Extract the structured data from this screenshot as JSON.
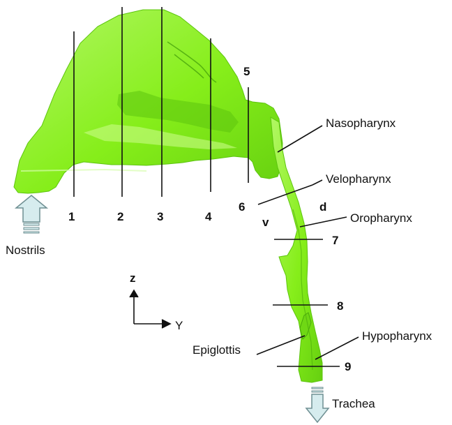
{
  "colors": {
    "airway": "#86ee1a",
    "airway_dark": "#5cc40e",
    "airway_light": "#b6fb6a",
    "line": "#111111",
    "arrow_fill": "#d6ecee",
    "arrow_stroke": "#6f8f92"
  },
  "sections": [
    "1",
    "2",
    "3",
    "4",
    "5",
    "6",
    "7",
    "8",
    "9"
  ],
  "regions": {
    "nasopharynx": "Nasopharynx",
    "velopharynx": "Velopharynx",
    "oropharynx": "Oropharynx",
    "hypopharynx": "Hypopharynx",
    "epiglottis": "Epiglottis"
  },
  "markers": {
    "ventral": "v",
    "dorsal": "d"
  },
  "flow": {
    "inlet": "Nostrils",
    "outlet": "Trachea"
  },
  "axes": {
    "vertical": "z",
    "horizontal": "Y"
  }
}
